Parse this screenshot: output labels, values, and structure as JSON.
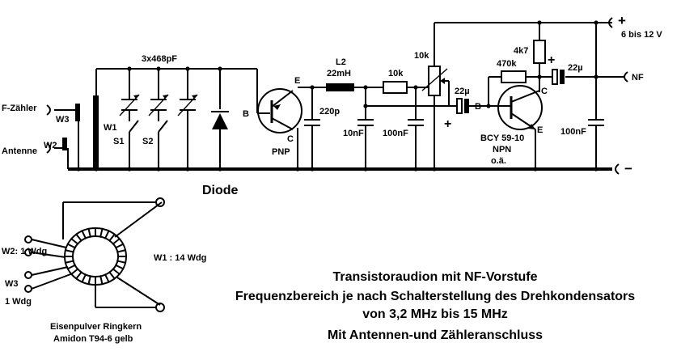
{
  "labels": {
    "f_zaehler": "F-Zähler",
    "antenne": "Antenne",
    "w3": "W3",
    "w2": "W2",
    "cap_array": "3x468pF",
    "w1": "W1",
    "s1": "S1",
    "s2": "S2",
    "diode": "Diode",
    "b1": "B",
    "e1": "E",
    "c1": "C",
    "pnp": "PNP",
    "c220p": "220p",
    "l2": "L2",
    "l2_val": "22mH",
    "c10nf": "10nF",
    "r10k_a": "10k",
    "c100nf_a": "100nF",
    "pot10k": "10k",
    "c22u_a": "22µ",
    "plus_a": "+",
    "b2": "B",
    "r470k": "470k",
    "r4k7": "4k7",
    "plus_b": "+",
    "c22u_b": "22µ",
    "c2": "C",
    "e2": "E",
    "bcy": "BCY 59-10",
    "npn": "NPN",
    "oae": "o.ä.",
    "c100nf_b": "100nF",
    "vplus": "+",
    "supply": "6 bis 12 V",
    "nf": "NF",
    "vminus": "−",
    "w2_ring": "W2: 1 Wdg",
    "w3_ring": "W3",
    "w3_ring_val": "1 Wdg",
    "w1_ring": "W1 : 14 Wdg",
    "core_line1": "Eisenpulver Ringkern",
    "core_line2": "Amidon T94-6 gelb"
  },
  "caption": {
    "line1": "Transistoraudion mit NF-Vorstufe",
    "line2": "Frequenzbereich je nach Schalterstellung des Drehkondensators",
    "line3": "von 3,2 MHz bis 15 MHz",
    "line4": "Mit Antennen-und Zähleranschluss"
  }
}
